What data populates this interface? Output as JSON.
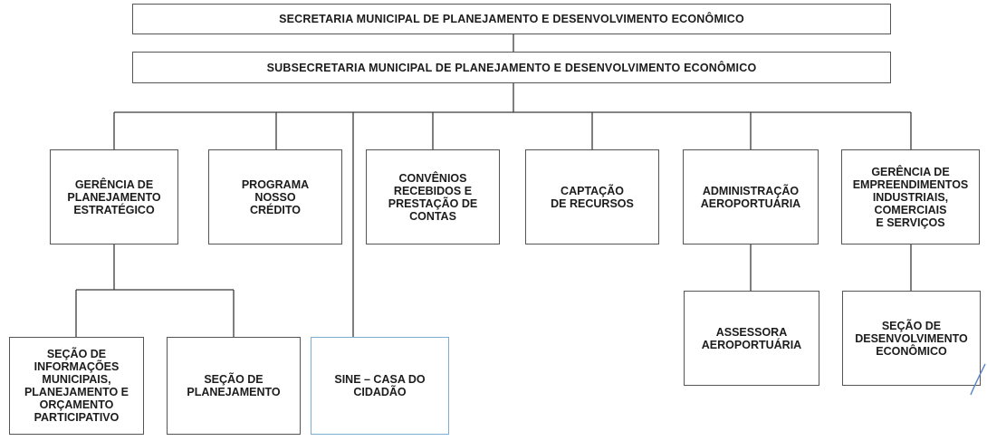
{
  "org_chart": {
    "top": "SECRETARIA MUNICIPAL DE PLANEJAMENTO E DESENVOLVIMENTO ECONÔMICO",
    "sub": "SUBSECRETARIA MUNICIPAL DE PLANEJAMENTO  E DESENVOLVIMENTO ECONÔMICO",
    "units": [
      "GERÊNCIA DE\nPLANEJAMENTO\nESTRATÉGICO",
      "PROGRAMA\nNOSSO\nCRÉDITO",
      "CONVÊNIOS\nRECEBIDOS E\nPRESTAÇÃO DE\nCONTAS",
      "CAPTAÇÃO\nDE RECURSOS",
      "ADMINISTRAÇÃO\nAEROPORTUÁRIA",
      "GERÊNCIA DE\nEMPREENDIMENTOS\nINDUSTRIAIS,\nCOMERCIAIS\nE SERVIÇOS"
    ],
    "sections": {
      "info_municipais": "SEÇÃO DE\nINFORMAÇÕES\nMUNICIPAIS,\nPLANEJAMENTO E\nORÇAMENTO\nPARTICIPATIVO",
      "planejamento": "SEÇÃO DE\nPLANEJAMENTO",
      "sine": "SINE – CASA DO\nCIDADÃO",
      "assessoria": "ASSESSORA\nAEROPORTUÁRIA",
      "desenvolvimento": "SEÇÃO DE\nDESENVOLVIMENTO\nECONÔMICO"
    }
  }
}
